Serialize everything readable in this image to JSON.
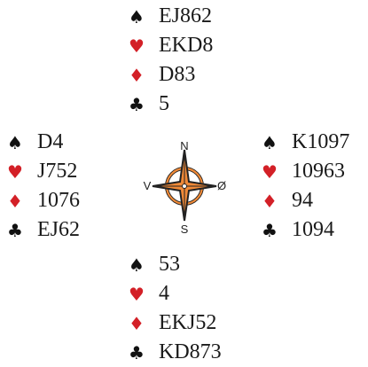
{
  "colors": {
    "black_suit": "#111111",
    "red_suit": "#d32027",
    "compass_orange": "#f08a38",
    "compass_dark": "#222222"
  },
  "suit_icons": {
    "spades": {
      "glyph": "♠",
      "icon": "spade-icon"
    },
    "hearts": {
      "glyph": "♥",
      "icon": "heart-icon"
    },
    "diamonds": {
      "glyph": "♦",
      "icon": "diamond-icon"
    },
    "clubs": {
      "glyph": "♣",
      "icon": "club-icon"
    }
  },
  "hands": {
    "north": {
      "spades": "EJ862",
      "hearts": "EKD8",
      "diamonds": "D83",
      "clubs": "5"
    },
    "west": {
      "spades": "D4",
      "hearts": "J752",
      "diamonds": "1076",
      "clubs": "EJ62"
    },
    "east": {
      "spades": "K1097",
      "hearts": "10963",
      "diamonds": "94",
      "clubs": "1094"
    },
    "south": {
      "spades": "53",
      "hearts": "4",
      "diamonds": "EKJ52",
      "clubs": "KD873"
    }
  },
  "compass": {
    "north": "N",
    "south": "S",
    "west": "V",
    "east": "Ø"
  }
}
